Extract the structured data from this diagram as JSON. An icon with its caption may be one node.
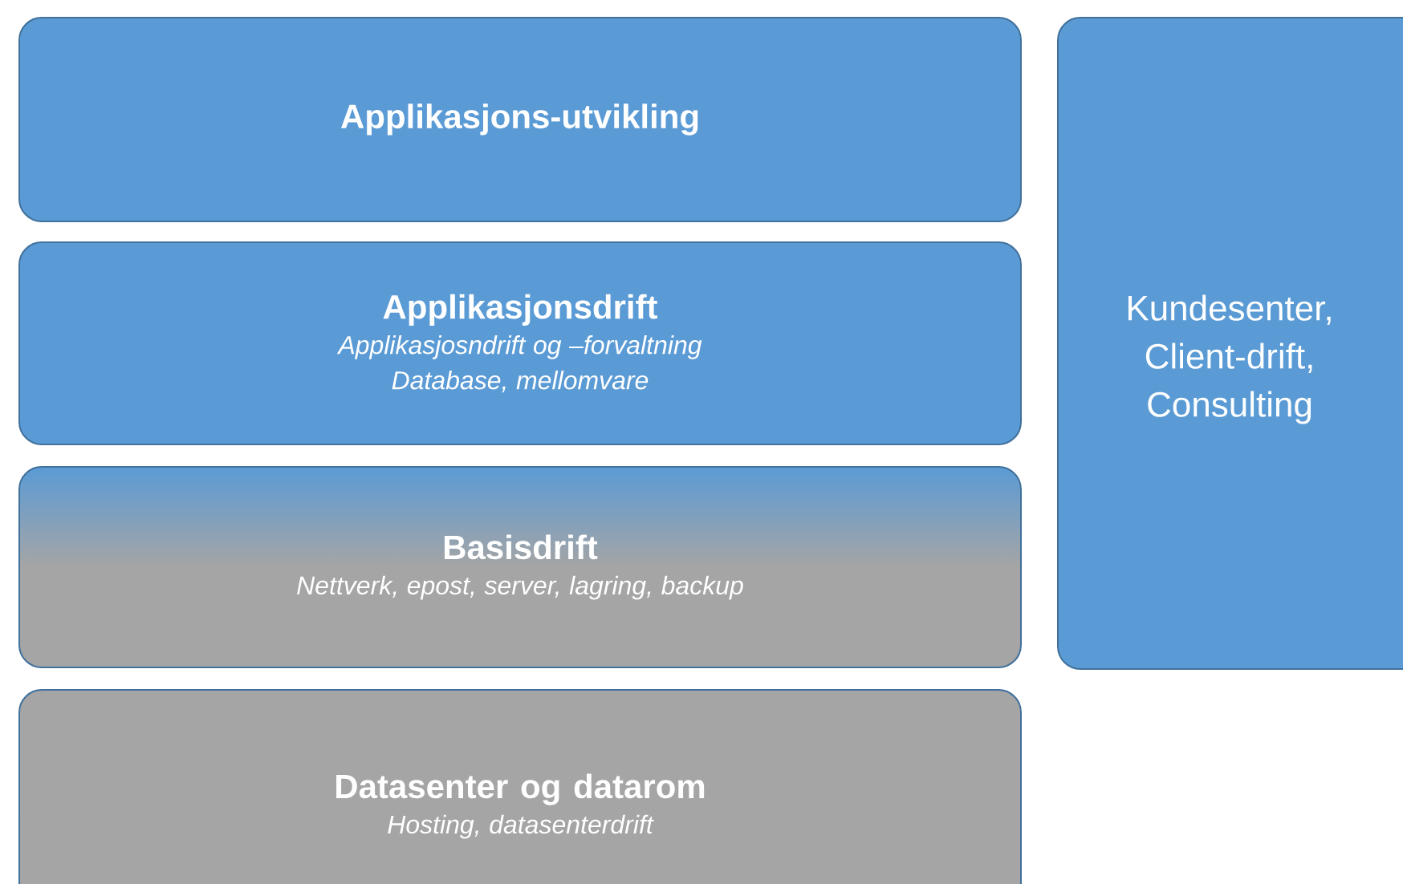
{
  "diagram": {
    "nodes": [
      {
        "text": [
          "Applikasjons-utvikling"
        ]
      },
      {
        "text": [
          "Applikasjonsdrift",
          "Applikasjosndrift og –forvaltning",
          "Database, mellomvare"
        ]
      },
      {
        "text": [
          "Basisdrift",
          "Nettverk, epost, server, lagring, backup"
        ]
      },
      {
        "text": [
          "Datasenter og datarom",
          "Hosting, datasenterdrift"
        ]
      },
      {
        "text": [
          "Kundesenter, Client-drift, Consulting"
        ]
      }
    ]
  }
}
